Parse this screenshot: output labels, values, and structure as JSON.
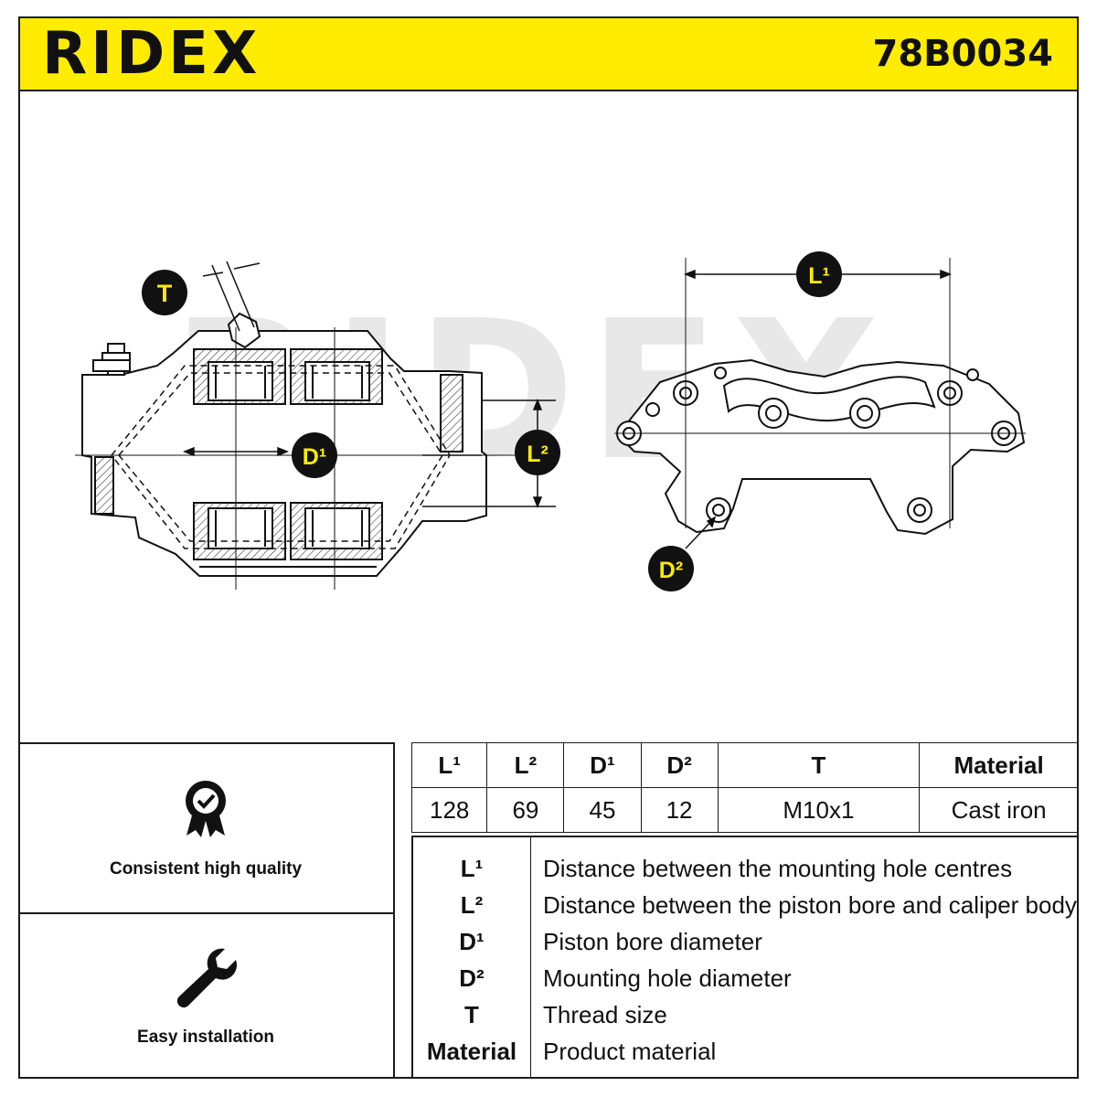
{
  "header": {
    "brand": "RIDEX",
    "part_number": "78B0034",
    "background_color": "#ffec00"
  },
  "drawing": {
    "watermark": "RIDEX",
    "callouts": {
      "T": "T",
      "L1": "L¹",
      "L2": "L²",
      "D1": "D¹",
      "D2": "D²"
    }
  },
  "features": [
    {
      "label": "Consistent high quality",
      "icon": "quality-badge-icon"
    },
    {
      "label": "Easy installation",
      "icon": "wrench-icon"
    }
  ],
  "spec_table": {
    "headers": [
      "L¹",
      "L²",
      "D¹",
      "D²",
      "T",
      "Material"
    ],
    "values": [
      "128",
      "69",
      "45",
      "12",
      "M10x1",
      "Cast iron"
    ]
  },
  "legend": [
    {
      "key": "L¹",
      "description": "Distance between the mounting hole centres"
    },
    {
      "key": "L²",
      "description": "Distance between the piston bore and caliper body"
    },
    {
      "key": "D¹",
      "description": "Piston bore diameter"
    },
    {
      "key": "D²",
      "description": "Mounting hole diameter"
    },
    {
      "key": "T",
      "description": "Thread size"
    },
    {
      "key": "Material",
      "description": "Product material"
    }
  ]
}
